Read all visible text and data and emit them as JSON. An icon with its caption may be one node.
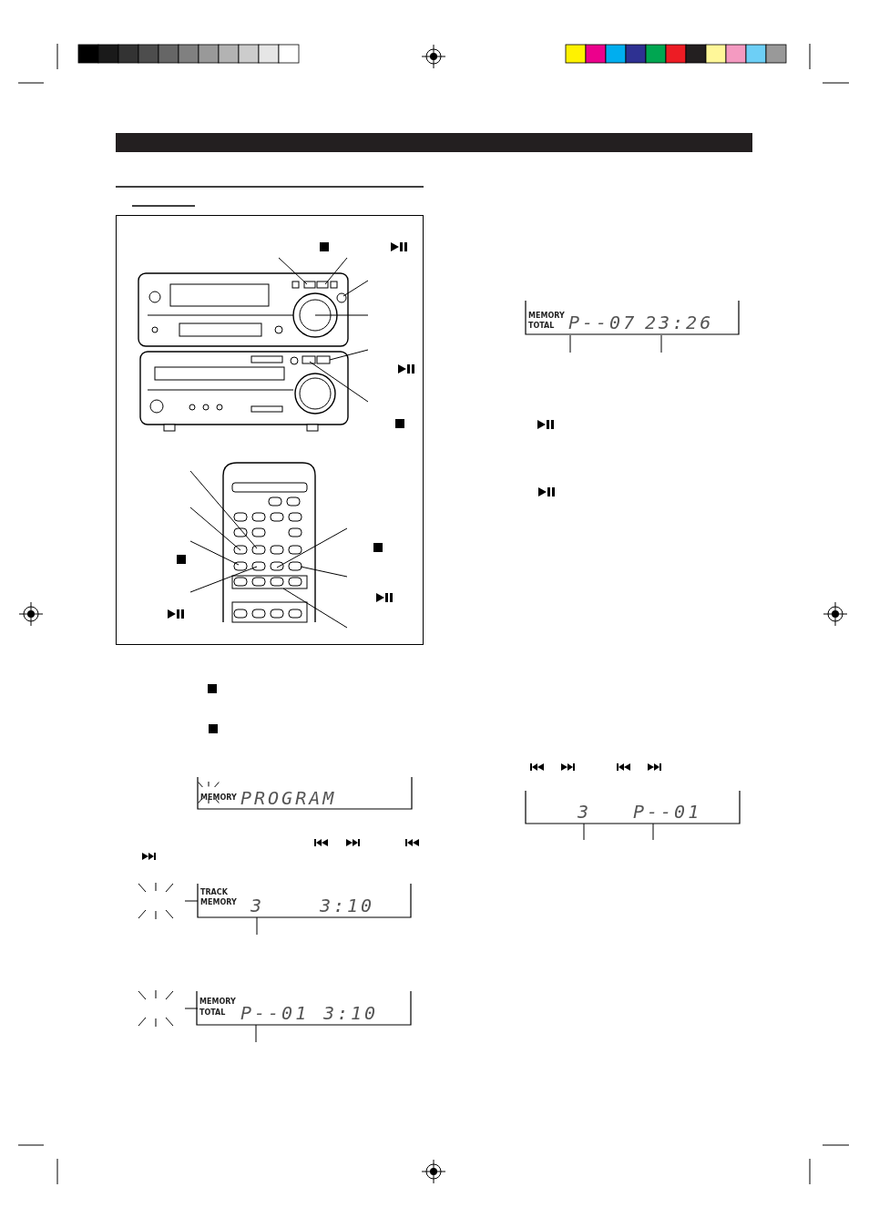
{
  "diagram": {
    "labels": [
      "MEMORY",
      "TOTAL",
      "P--07",
      "23:26",
      "MEMORY",
      "PROGRAM",
      "3",
      "P--01",
      "TRACK",
      "MEMORY",
      "3",
      "3:10",
      "MEMORY",
      "TOTAL",
      "P--01",
      "3:10"
    ]
  }
}
